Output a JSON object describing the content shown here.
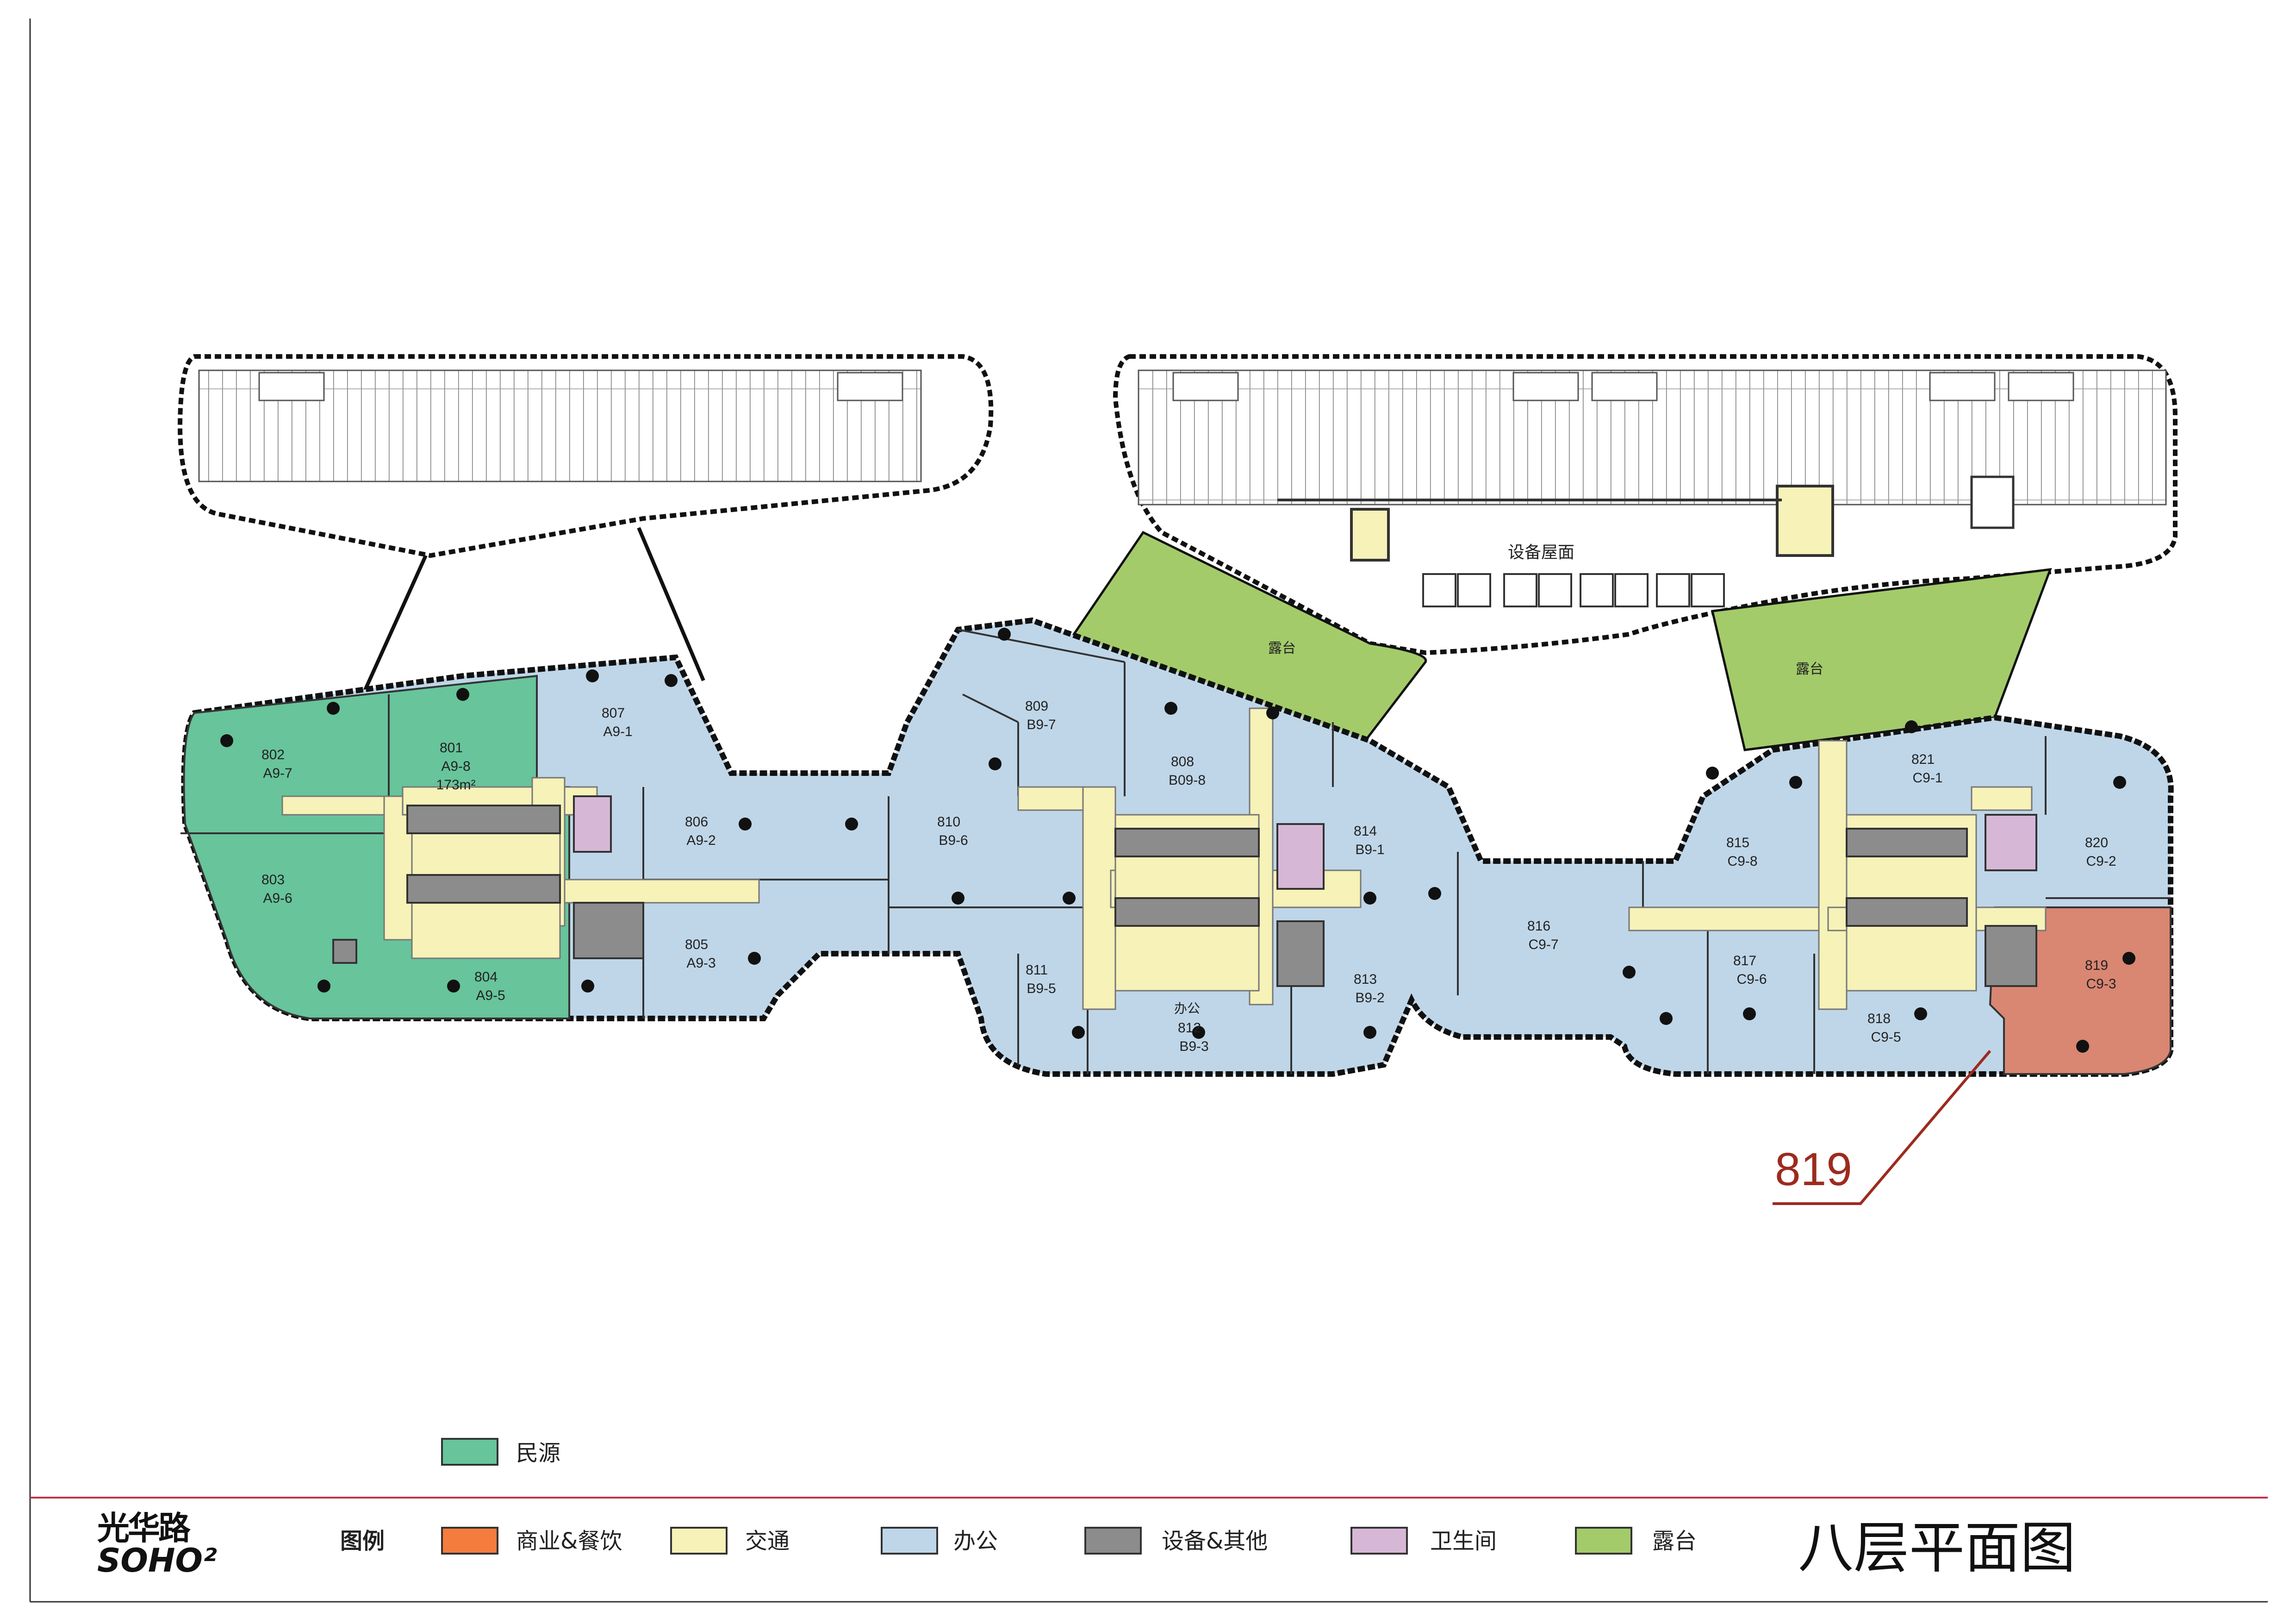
{
  "colors": {
    "minyuan": "#67c49b",
    "office": "#bfd6e8",
    "traffic": "#f6f2b8",
    "commercial": "#f47c3c",
    "equipment": "#8c8c8c",
    "restroom": "#d7b7d6",
    "terrace": "#a3cb6a",
    "highlight": "#d98672",
    "callout": "#9c2b1e",
    "rule": "#c0334d"
  },
  "page": {
    "title": "八层平面图"
  },
  "logo": {
    "top": "光华路",
    "bottom": "SOHO²"
  },
  "legend": {
    "title": "图例",
    "top_item": {
      "label": "民源"
    },
    "items": [
      {
        "label": "商业&餐饮"
      },
      {
        "label": "交通"
      },
      {
        "label": "办公"
      },
      {
        "label": "设备&其他"
      },
      {
        "label": "卫生间"
      },
      {
        "label": "露台"
      }
    ]
  },
  "callout": {
    "label": "819"
  },
  "areas": {
    "roof_equipment": "设备屋面",
    "terrace_left": "露台",
    "terrace_right": "露台",
    "office_tag": "办公"
  },
  "units": [
    {
      "id": "802",
      "sub": "A9-7"
    },
    {
      "id": "801",
      "sub": "A9-8",
      "area": "173m²"
    },
    {
      "id": "807",
      "sub": "A9-1"
    },
    {
      "id": "803",
      "sub": "A9-6"
    },
    {
      "id": "806",
      "sub": "A9-2"
    },
    {
      "id": "805",
      "sub": "A9-3"
    },
    {
      "id": "804",
      "sub": "A9-5"
    },
    {
      "id": "809",
      "sub": "B9-7"
    },
    {
      "id": "808",
      "sub": "B09-8"
    },
    {
      "id": "810",
      "sub": "B9-6"
    },
    {
      "id": "814",
      "sub": "B9-1"
    },
    {
      "id": "811",
      "sub": "B9-5"
    },
    {
      "id": "812",
      "sub": "B9-3"
    },
    {
      "id": "813",
      "sub": "B9-2"
    },
    {
      "id": "816",
      "sub": "C9-7"
    },
    {
      "id": "815",
      "sub": "C9-8"
    },
    {
      "id": "821",
      "sub": "C9-1"
    },
    {
      "id": "820",
      "sub": "C9-2"
    },
    {
      "id": "817",
      "sub": "C9-6"
    },
    {
      "id": "818",
      "sub": "C9-5"
    },
    {
      "id": "819",
      "sub": "C9-3"
    }
  ]
}
